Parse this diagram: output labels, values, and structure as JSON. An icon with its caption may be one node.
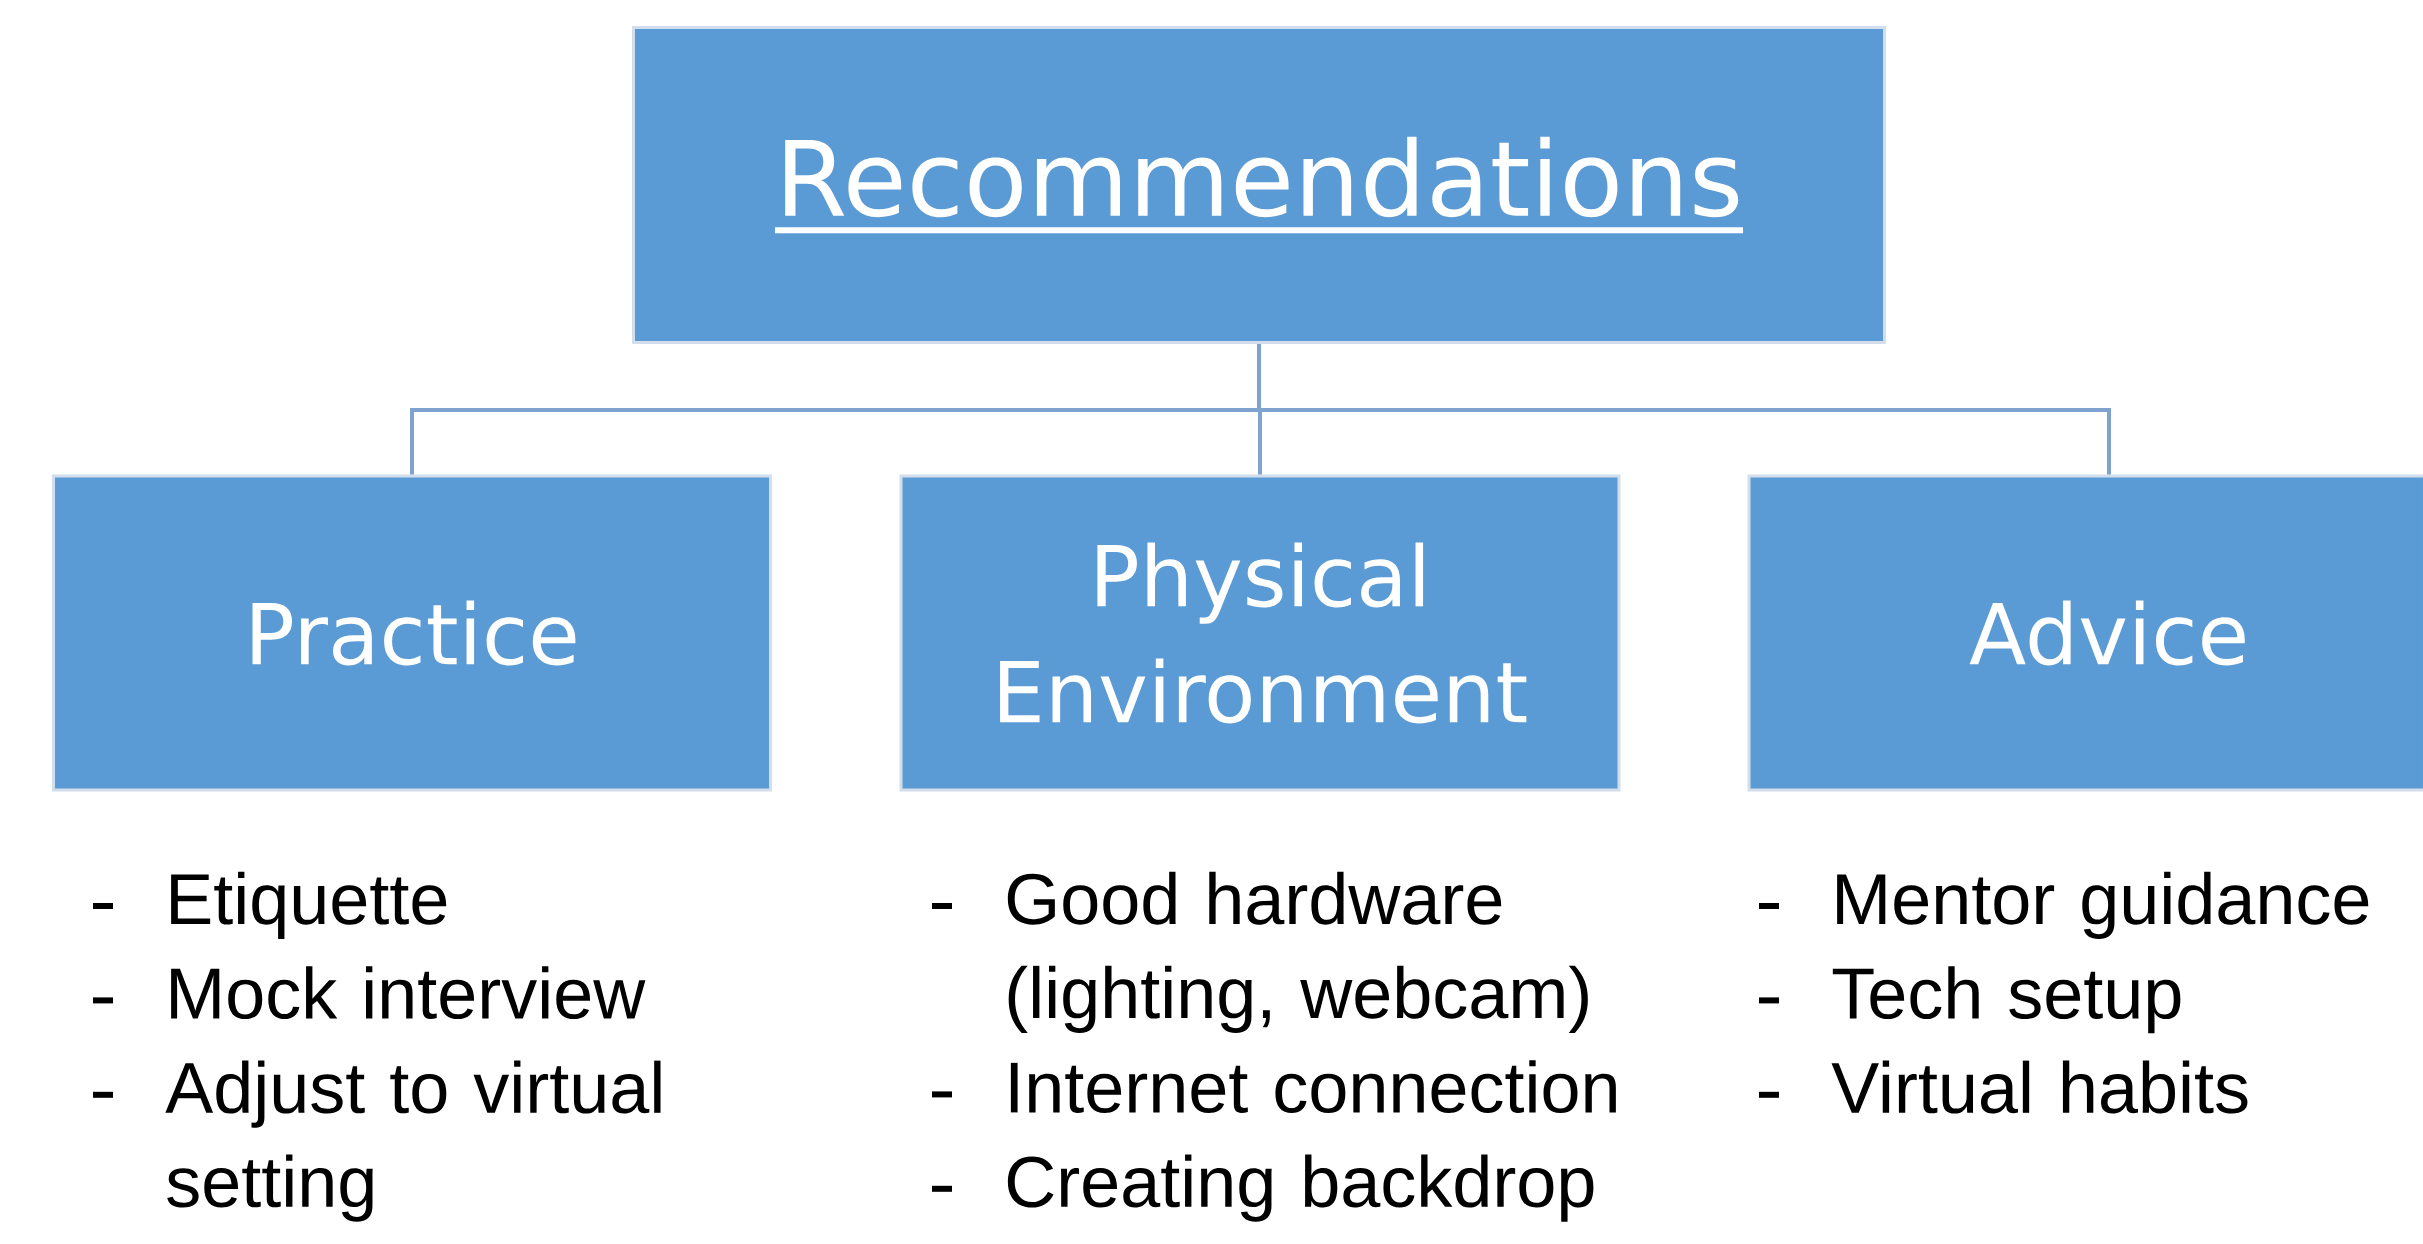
{
  "diagram": {
    "nodes": [
      {
        "text": [
          "Recommendations"
        ]
      },
      {
        "text": [
          "Practice"
        ]
      },
      {
        "text": [
          "Physical Environment"
        ]
      },
      {
        "text": [
          "Advice"
        ]
      }
    ],
    "edges": [
      {
        "from": 0,
        "to": 1,
        "arrow": "none"
      },
      {
        "from": 0,
        "to": 2,
        "arrow": "none"
      },
      {
        "from": 0,
        "to": 3,
        "arrow": "none"
      }
    ],
    "labels": [
      "Etiquette",
      "Mock interview",
      "Adjust to virtual setting",
      "Good hardware (lighting, webcam)",
      "Internet connection",
      "Creating backdrop",
      "Mentor guidance",
      "Tech setup",
      "Virtual habits"
    ]
  }
}
